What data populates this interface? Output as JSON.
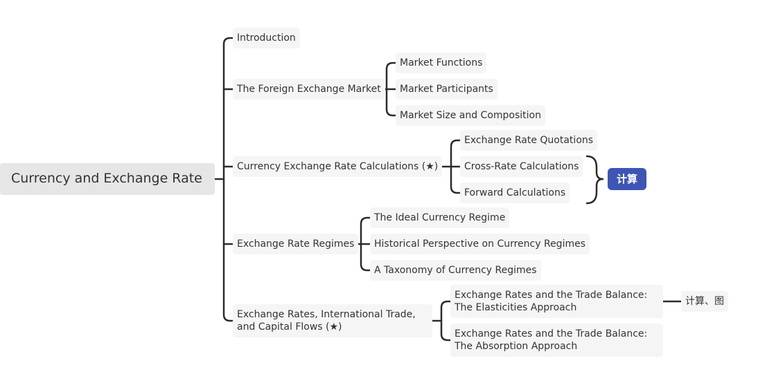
{
  "root": "Currency and Exchange Rate",
  "branches": {
    "intro": "Introduction",
    "fx_market": {
      "label": "The Foreign Exchange Market",
      "children": [
        "Market Functions",
        "Market Participants",
        "Market Size and Composition"
      ]
    },
    "calc": {
      "label": "Currency Exchange Rate Calculations (★)",
      "children": [
        "Exchange Rate Quotations",
        "Cross-Rate Calculations",
        "Forward Calculations"
      ],
      "summary_tag": "计算"
    },
    "regimes": {
      "label": "Exchange Rate Regimes",
      "children": [
        "The Ideal Currency Regime",
        "Historical Perspective on Currency Regimes",
        "A Taxonomy of Currency Regimes"
      ]
    },
    "trade": {
      "label": "Exchange Rates, International Trade, and Capital Flows (★)",
      "children": [
        "Exchange Rates and the Trade Balance: The Elasticities Approach",
        "Exchange Rates and the Trade Balance: The Absorption Approach"
      ],
      "note": "计算、图"
    }
  },
  "colors": {
    "line": "#2b2b2b",
    "node_bg": "#f5f5f5",
    "root_bg": "#e6e6e6",
    "tag_bg": "#3d55b4"
  }
}
